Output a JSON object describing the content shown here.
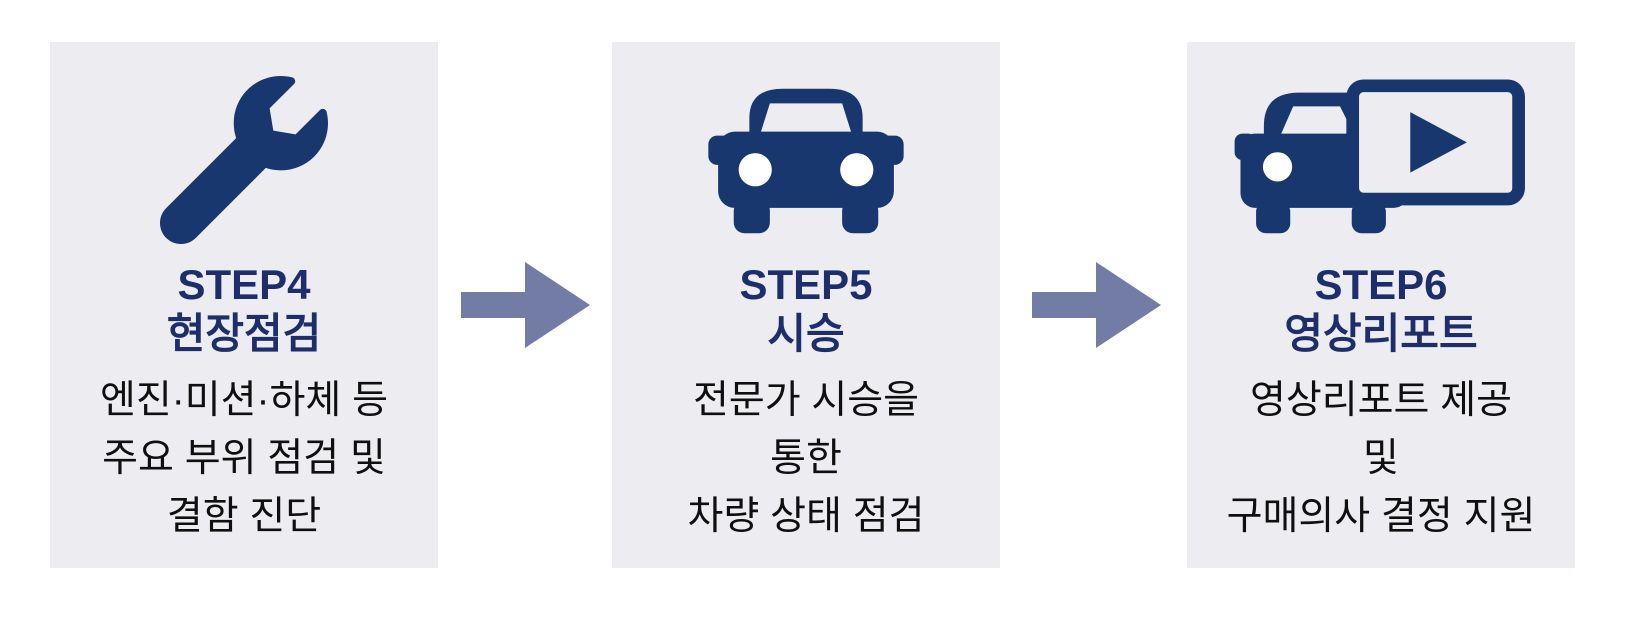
{
  "colors": {
    "page_bg": "#ffffff",
    "box_bg": "#ececf1",
    "icon_navy": "#17376e",
    "title_navy": "#1e2e6b",
    "arrow_slate": "#727ca5",
    "desc_text": "#0f0f0f",
    "headlight_white": "#ffffff"
  },
  "steps": [
    {
      "icon": "wrench-icon",
      "title_line1": "STEP4",
      "title_line2": "현장점검",
      "desc_lines": [
        "엔진·미션·하체 등",
        "주요 부위 점검 및",
        "결함 진단"
      ]
    },
    {
      "icon": "car-icon",
      "title_line1": "STEP5",
      "title_line2": "시승",
      "desc_lines": [
        "전문가 시승을",
        "통한",
        "차량 상태 점검"
      ]
    },
    {
      "icon": "car-video-report-icon",
      "title_line1": "STEP6",
      "title_line2": "영상리포트",
      "desc_lines": [
        "영상리포트 제공",
        "및",
        "구매의사 결정 지원"
      ]
    }
  ],
  "arrows": [
    {
      "icon": "right-arrow-icon"
    },
    {
      "icon": "right-arrow-icon"
    }
  ]
}
